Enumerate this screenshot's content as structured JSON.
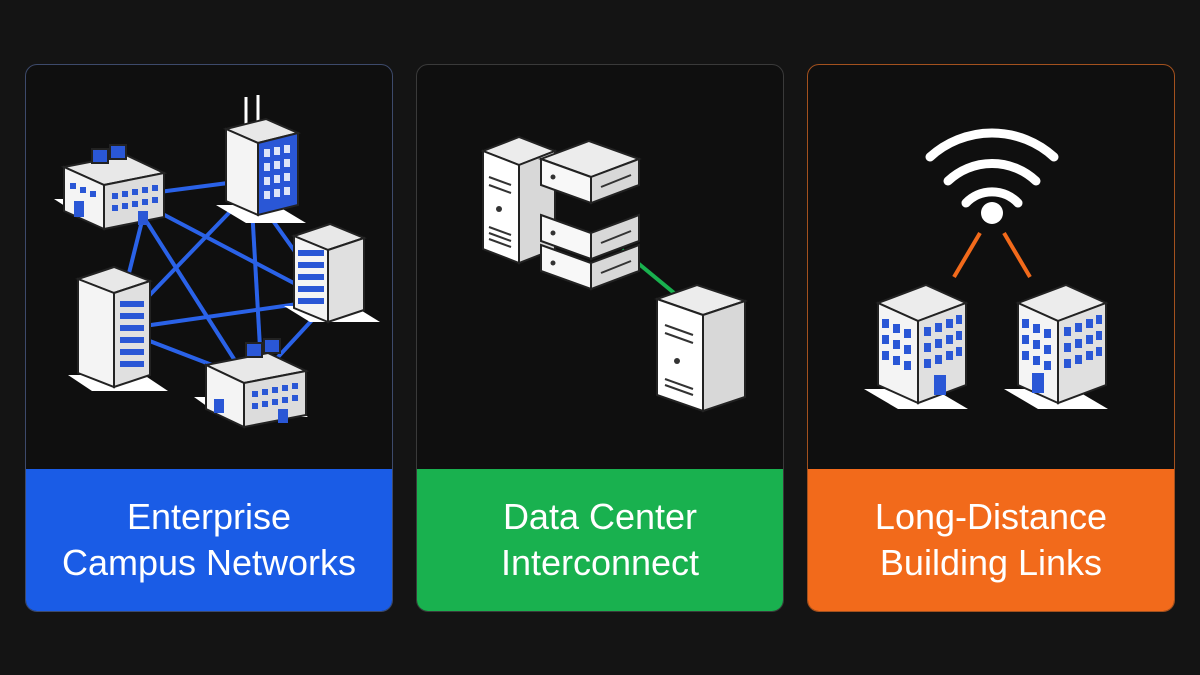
{
  "colors": {
    "background": "#141414",
    "card_bg": "#0f0f0f",
    "blue": "#1a5ce6",
    "green": "#19b14f",
    "orange": "#f26a1b",
    "building_white": "#f2f2f2",
    "window_blue": "#2a57d6"
  },
  "cards": [
    {
      "id": "enterprise-campus",
      "accent": "#1a5ce6",
      "title_lines": [
        "Enterprise",
        "Campus Networks"
      ],
      "icons": [
        "office-building-icon",
        "tower-building-icon",
        "network-links"
      ]
    },
    {
      "id": "data-center",
      "accent": "#19b14f",
      "title_lines": [
        "Data Center",
        "Interconnect"
      ],
      "icons": [
        "server-tower-icon",
        "server-rack-icon",
        "link-line"
      ]
    },
    {
      "id": "long-distance",
      "accent": "#f26a1b",
      "title_lines": [
        "Long-Distance",
        "Building Links"
      ],
      "icons": [
        "wifi-icon",
        "building-icon",
        "wireless-link"
      ]
    }
  ]
}
